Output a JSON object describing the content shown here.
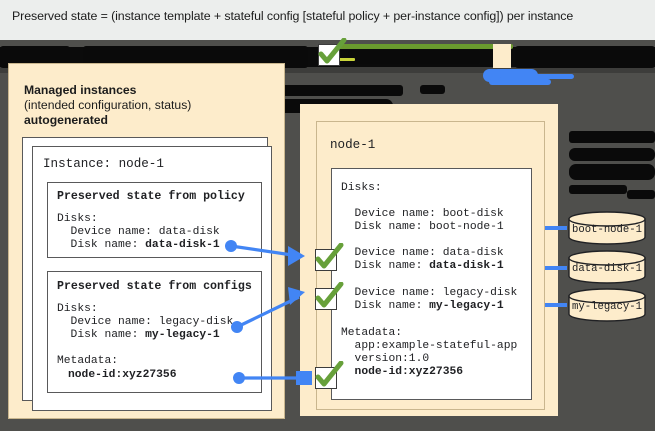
{
  "caption": {
    "text": "Preserved state = (instance template + stateful config [stateful policy + per-instance config]) per instance"
  },
  "left_panel": {
    "title": "Managed instances",
    "subtitle": "(intended configuration, status)",
    "tag": "autogenerated",
    "instance_card": {
      "header": "Instance: node-1",
      "blocks": [
        {
          "title": "Preserved state from policy",
          "lines": [
            {
              "text": "Disks:",
              "bold": false
            },
            {
              "text": "  Device name: data-disk",
              "bold": false
            },
            {
              "text": "  Disk name: ",
              "bold": false,
              "bold_tail": "data-disk-1"
            }
          ]
        },
        {
          "title": "Preserved state from configs",
          "lines": [
            {
              "text": "Disks:",
              "bold": false
            },
            {
              "text": "  Device name: legacy-disk",
              "bold": false
            },
            {
              "text": "  Disk name: ",
              "bold": false,
              "bold_tail": "my-legacy-1"
            },
            {
              "text": "",
              "bold": false
            },
            {
              "text": "Metadata:",
              "bold": false
            },
            {
              "text": "  ",
              "bold": false,
              "bold_tail": "node-id:xyz27356"
            }
          ]
        }
      ]
    }
  },
  "right_panel": {
    "node_title": "node-1",
    "disks_label": "Disks:",
    "disk_entries": [
      {
        "device": "  Device name: boot-disk",
        "disk_prefix": "  Disk name: ",
        "disk_name": "boot-node-1",
        "disk_bold": false,
        "checked": false
      },
      {
        "device": "  Device name: data-disk",
        "disk_prefix": "  Disk name: ",
        "disk_name": "data-disk-1",
        "disk_bold": true,
        "checked": true
      },
      {
        "device": "  Device name: legacy-disk",
        "disk_prefix": "  Disk name: ",
        "disk_name": "my-legacy-1",
        "disk_bold": true,
        "checked": true
      }
    ],
    "metadata_label": "Metadata:",
    "metadata_lines": [
      {
        "text": "  app:example-stateful-app",
        "bold": false
      },
      {
        "text": "  version:1.0",
        "bold": false
      },
      {
        "text": "  node-id:xyz27356",
        "bold": true
      }
    ]
  },
  "disks": [
    {
      "name": "boot-node-1"
    },
    {
      "name": "data-disk-1"
    },
    {
      "name": "my-legacy-1"
    }
  ],
  "icons": {
    "check": "check-mark-icon",
    "cylinder": "disk-cylinder-icon",
    "arrow": "arrow-connector-icon"
  },
  "colors": {
    "cream": "#fdeccb",
    "cream_border": "#c9b68e",
    "backdrop": "#4f4f4c",
    "caption_bg": "#eceeed",
    "check_green": "#67a03a",
    "connector_blue": "#4285f4",
    "redaction_black": "#0a0a0a",
    "green_bar": "#6a9a2e"
  }
}
